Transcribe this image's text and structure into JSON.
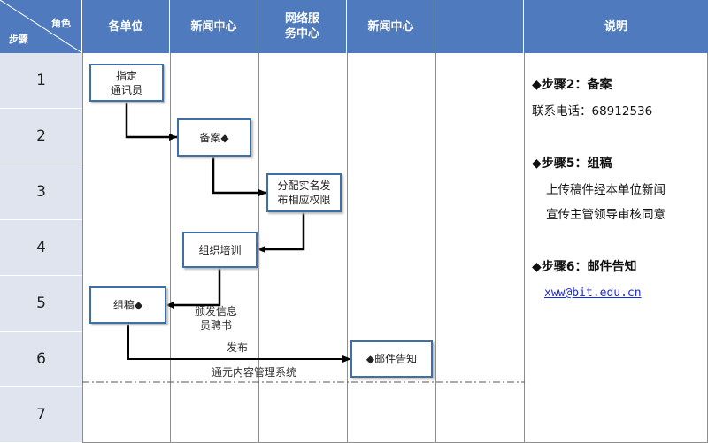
{
  "header": {
    "corner_role": "角色",
    "corner_step": "步骤",
    "columns": [
      "各单位",
      "新闻中心",
      "网络服\n务中心",
      "新闻中心",
      "",
      "说明"
    ]
  },
  "steps": [
    "1",
    "2",
    "3",
    "4",
    "5",
    "6",
    "7"
  ],
  "boxes": {
    "designate": "指定\n通讯员",
    "record": "备案◆",
    "assign": "分配实名发\n布相应权限",
    "training": "组织培训",
    "draft": "组稿◆",
    "notify": "◆邮件告知"
  },
  "labels": {
    "certificate": "颁发信息\n员聘书",
    "publish": "发布",
    "cms": "通元内容管理系统"
  },
  "notes": {
    "step2_title": "◆步骤2：备案",
    "step2_phone": "联系电话：68912536",
    "step5_title": "◆步骤5：组稿",
    "step5_line1": "上传稿件经本单位新闻",
    "step5_line2": "宣传主管领导审核同意",
    "step6_title": "◆步骤6：邮件告知",
    "step6_email": "xww@bit.edu.cn"
  }
}
